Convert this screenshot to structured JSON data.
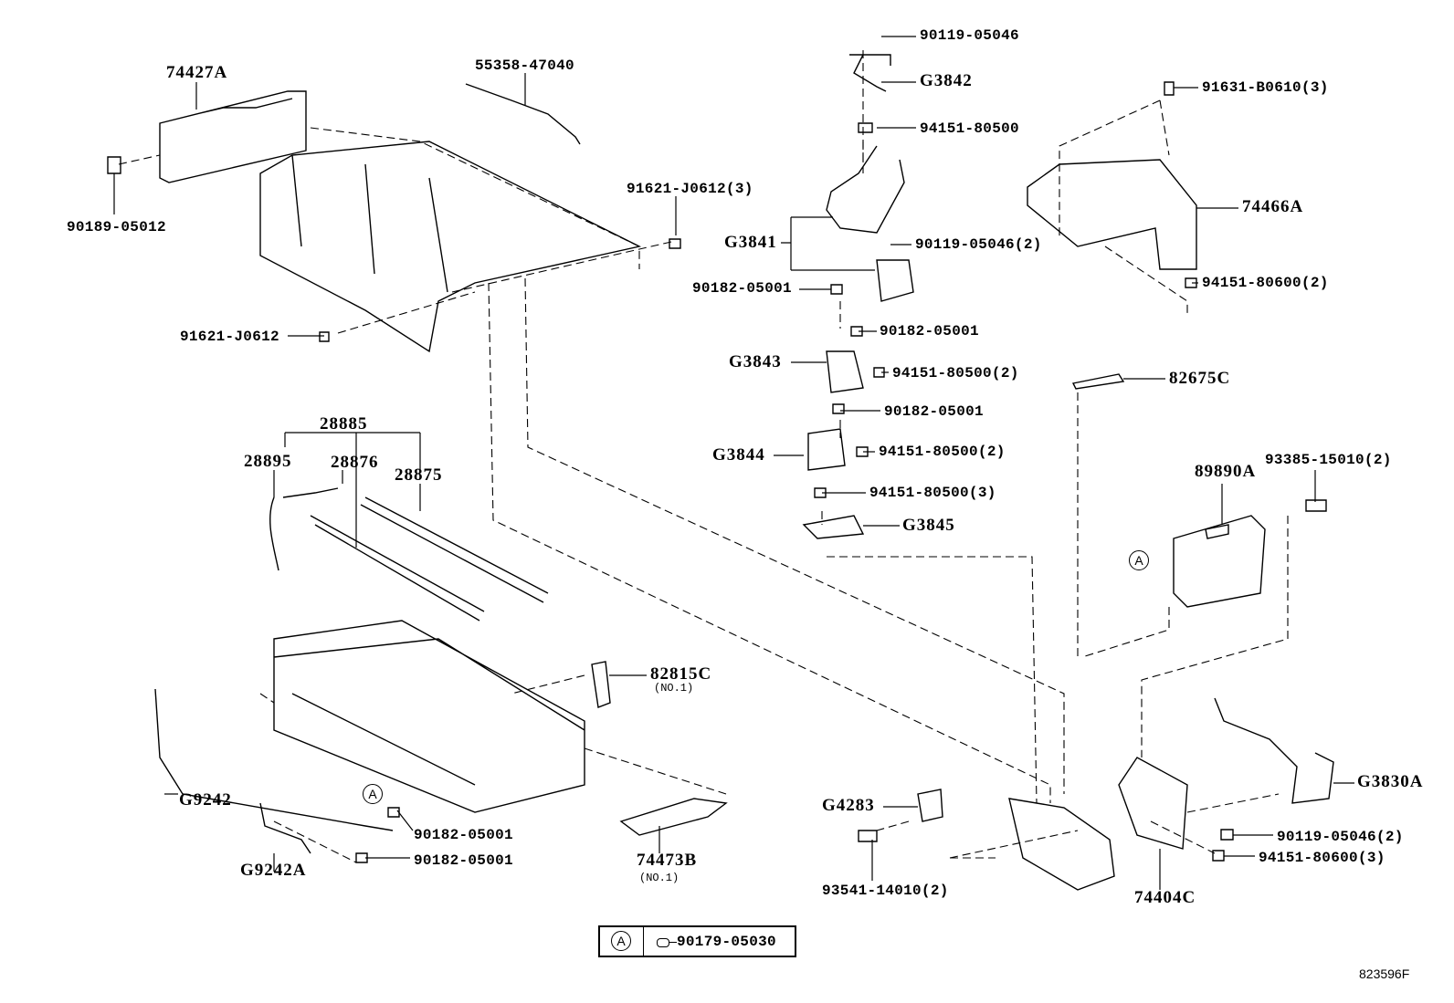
{
  "diagram": {
    "labels": {
      "p74427A": "74427A",
      "p55358": "55358-47040",
      "p90189": "90189-05012",
      "p91621_3": "91621-J0612(3)",
      "p91621": "91621-J0612",
      "p90119_top": "90119-05046",
      "pG3842": "G3842",
      "p94151_top": "94151-80500",
      "pG3841": "G3841",
      "p90119_2": "90119-05046(2)",
      "p90182_a": "90182-05001",
      "p90182_b": "90182-05001",
      "pG3843": "G3843",
      "p94151_2a": "94151-80500(2)",
      "p90182_c": "90182-05001",
      "pG3844": "G3844",
      "p94151_2b": "94151-80500(2)",
      "p94151_3": "94151-80500(3)",
      "pG3845": "G3845",
      "p91631": "91631-B0610(3)",
      "p74466A": "74466A",
      "p94151_80600_2": "94151-80600(2)",
      "p82675C": "82675C",
      "p89890A": "89890A",
      "p93385": "93385-15010(2)",
      "p28885": "28885",
      "p28895": "28895",
      "p28876": "28876",
      "p28875": "28875",
      "p82815C": "82815C",
      "p82815C_sub": "(NO.1)",
      "pG9242": "G9242",
      "pG9242A": "G9242A",
      "p90182_d": "90182-05001",
      "p90182_e": "90182-05001",
      "p74473B": "74473B",
      "p74473B_sub": "(NO.1)",
      "pG4283": "G4283",
      "p93541": "93541-14010(2)",
      "p74404C": "74404C",
      "pG3830A": "G3830A",
      "p90119_2b": "90119-05046(2)",
      "p94151_80600_3": "94151-80600(3)"
    },
    "callout_marker": "A",
    "legend": {
      "marker": "A",
      "part": "90179-05030"
    },
    "figure_id": "823596F"
  }
}
